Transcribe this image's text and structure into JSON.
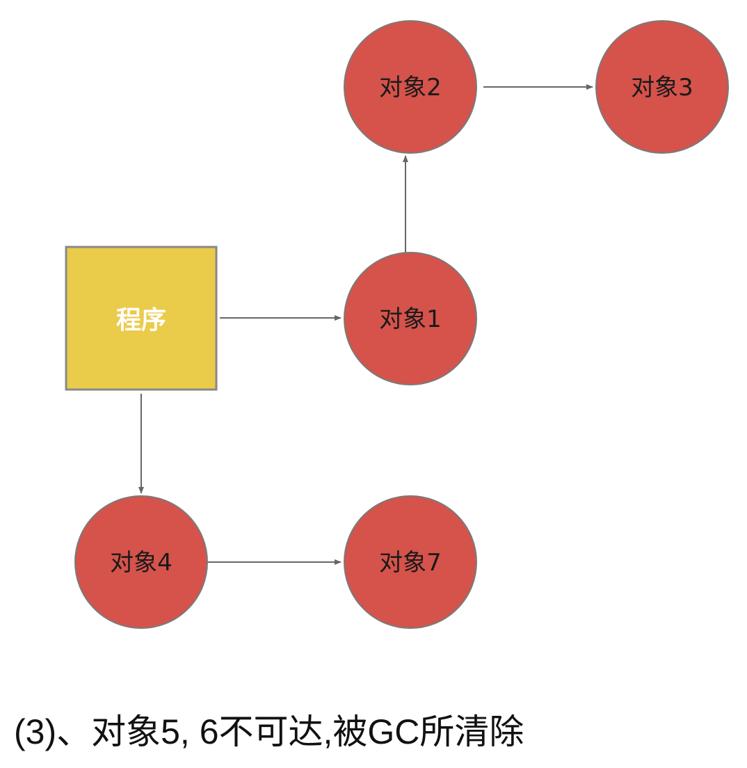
{
  "colors": {
    "program": "#EACB4A",
    "object": "#D5534B",
    "border": "#7a7a7a",
    "arrow": "#666666"
  },
  "program": {
    "label": "程序"
  },
  "objects": [
    {
      "id": "obj1",
      "label": "对象1"
    },
    {
      "id": "obj2",
      "label": "对象2"
    },
    {
      "id": "obj3",
      "label": "对象3"
    },
    {
      "id": "obj4",
      "label": "对象4"
    },
    {
      "id": "obj7",
      "label": "对象7"
    }
  ],
  "edges": [
    {
      "from": "program",
      "to": "obj1"
    },
    {
      "from": "obj1",
      "to": "obj2"
    },
    {
      "from": "obj2",
      "to": "obj3"
    },
    {
      "from": "program",
      "to": "obj4"
    },
    {
      "from": "obj4",
      "to": "obj7"
    }
  ],
  "caption": "(3)、对象5, 6不可达,被GC所清除"
}
